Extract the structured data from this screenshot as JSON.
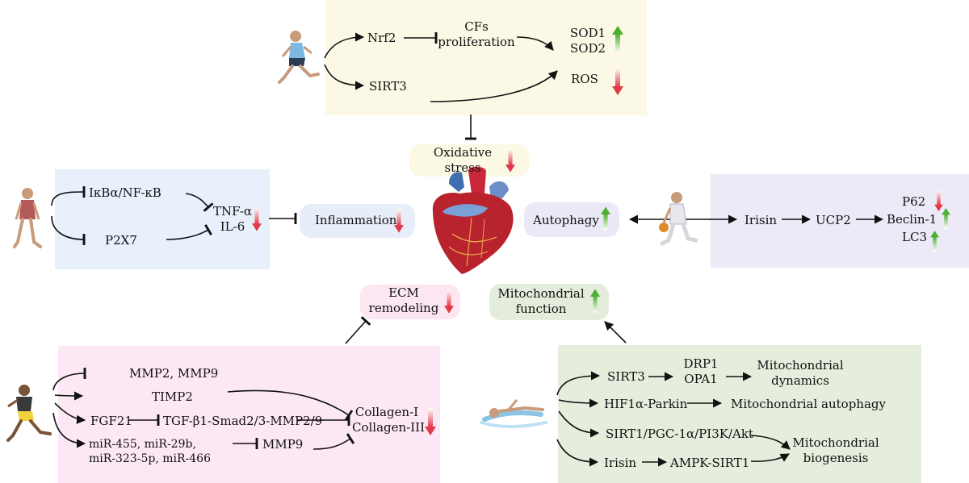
{
  "colors": {
    "panel_top": "#fbf8e6",
    "panel_left": "#e7f0fb",
    "panel_right": "#ebeaf6",
    "panel_bottom_left": "#fce8f4",
    "panel_bottom_right": "#e5eedd",
    "pill_oxidative": "#fbf8e4",
    "pill_inflammation": "#e7eef9",
    "pill_autophagy": "#ebe9f6",
    "pill_ecm": "#fce6f2",
    "pill_mito": "#e4eddc",
    "arrow_up": "#4caf2f",
    "arrow_down": "#e03a4a"
  },
  "icons": [
    "runner-icon",
    "walker-icon",
    "basketball-player-icon",
    "jogger-icon",
    "swimmer-icon",
    "heart-icon"
  ],
  "top": {
    "nrf2": "Nrf2",
    "cfs_line1": "CFs",
    "cfs_line2": "proliferation",
    "sirt3": "SIRT3",
    "sod1": "SOD1",
    "sod2": "SOD2",
    "ros": "ROS"
  },
  "center": {
    "oxidative_line1": "Oxidative",
    "oxidative_line2": "stress",
    "inflammation": "Inflammation",
    "autophagy": "Autophagy",
    "ecm_line1": "ECM",
    "ecm_line2": "remodeling",
    "mito_line1": "Mitochondrial",
    "mito_line2": "function"
  },
  "left": {
    "ikba": "IκBα/NF-κB",
    "p2x7": "P2X7",
    "tnf": "TNF-α",
    "il6": "IL-6"
  },
  "right": {
    "irisin": "Irisin",
    "ucp2": "UCP2",
    "p62": "P62",
    "beclin": "Beclin-1",
    "lc3": "LC3"
  },
  "bottom_left": {
    "mmp29": "MMP2, MMP9",
    "timp2": "TIMP2",
    "fgf21": "FGF21",
    "tgf": "TGF-β1-Smad2/3-MMP2/9",
    "mir_line1": "miR-455, miR-29b,",
    "mir_line2": "miR-323-5p, miR-466",
    "mmp9": "MMP9",
    "col1": "Collagen-I",
    "col3": "Collagen-III"
  },
  "bottom_right": {
    "sirt3": "SIRT3",
    "drp1": "DRP1",
    "opa1": "OPA1",
    "dyn_line1": "Mitochondrial",
    "dyn_line2": "dynamics",
    "hif": "HIF1α-Parkin",
    "mito_auto": "Mitochondrial autophagy",
    "sirt1": "SIRT1/PGC-1α/PI3K/Akt",
    "irisin": "Irisin",
    "ampk": "AMPK-SIRT1",
    "bio_line1": "Mitochondrial",
    "bio_line2": "biogenesis"
  }
}
